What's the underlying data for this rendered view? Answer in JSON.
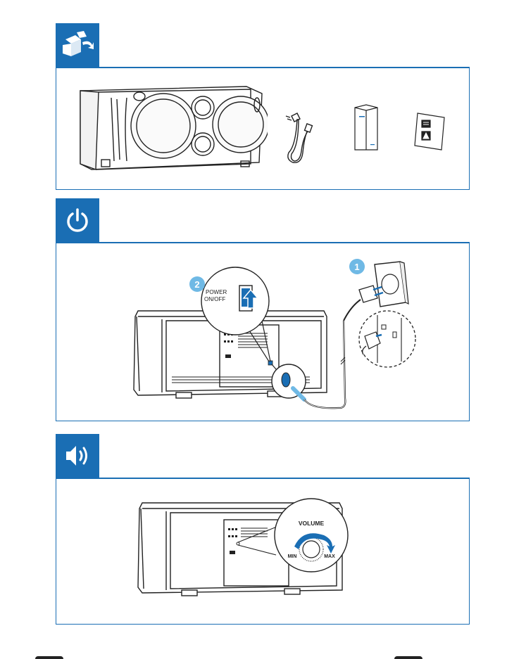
{
  "colors": {
    "accent": "#1a6eb4",
    "badge": "#6fb9e5",
    "line": "#222222"
  },
  "sections": [
    {
      "id": "box-contents",
      "icon": "open-box-icon"
    },
    {
      "id": "power",
      "icon": "power-icon"
    },
    {
      "id": "volume",
      "icon": "speaker-volume-icon"
    }
  ],
  "power": {
    "step1_badge": "1",
    "step2_badge": "2",
    "switch_label_line1": "POWER",
    "switch_label_line2": "ON/OFF"
  },
  "volume": {
    "title": "VOLUME",
    "min_label": "MIN",
    "max_label": "MAX"
  }
}
